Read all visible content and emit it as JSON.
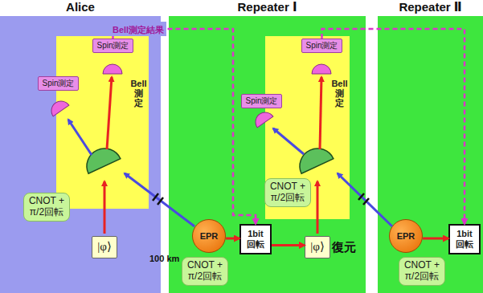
{
  "diagram": {
    "nodes": [
      {
        "text": [
          "Alice"
        ]
      },
      {
        "text": [
          "Repeater Ⅰ"
        ]
      },
      {
        "text": [
          "Repeater Ⅱ"
        ]
      },
      {
        "text": [
          "Bell 測定"
        ],
        "in": 0
      },
      {
        "text": [
          "Spin測定"
        ],
        "in": 3
      },
      {
        "text": [
          "Spin測定"
        ],
        "in": 0
      },
      {
        "text": [
          "CNOT + π/2回転"
        ],
        "in": 0
      },
      {
        "text": [
          "|φ⟩"
        ],
        "in": 0
      },
      {
        "text": [
          "EPR"
        ],
        "in": 1
      },
      {
        "text": [
          "1bit 回転"
        ],
        "in": 1
      },
      {
        "text": [
          "Bell 測定"
        ],
        "in": 1
      },
      {
        "text": [
          "Spin測定"
        ],
        "in": 10
      },
      {
        "text": [
          "Spin測定"
        ],
        "in": 1
      },
      {
        "text": [
          "CNOT + π/2回転"
        ],
        "in": 10
      },
      {
        "text": [
          "|φ⟩",
          "復元"
        ],
        "in": 1
      },
      {
        "text": [
          "CNOT + π/2回転"
        ],
        "in": 1
      },
      {
        "text": [
          "EPR"
        ],
        "in": 2
      },
      {
        "text": [
          "1bit 回転"
        ],
        "in": 2
      },
      {
        "text": [
          "CNOT + π/2回転"
        ],
        "in": 2
      }
    ],
    "edges": [
      {
        "from": 8,
        "to": 9,
        "arrow": "to"
      },
      {
        "from": 9,
        "to": 14,
        "arrow": "to"
      },
      {
        "from": 16,
        "to": 17,
        "arrow": "to"
      },
      {
        "from": 4,
        "to": 9,
        "label": "Bell測定結果",
        "arrow": "to"
      },
      {
        "from": 11,
        "to": 17,
        "arrow": "to"
      }
    ],
    "labels": [
      "100 km"
    ]
  }
}
